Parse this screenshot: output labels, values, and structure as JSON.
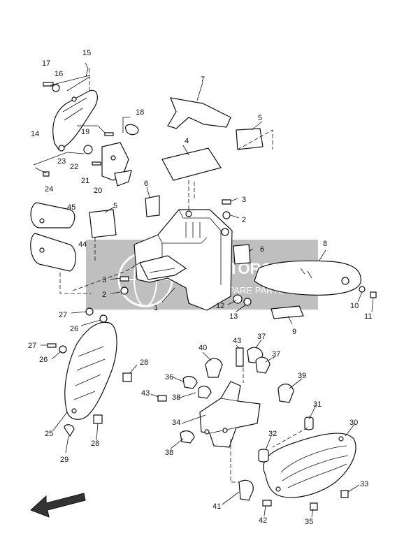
{
  "diagram": {
    "callouts": [
      "1",
      "2",
      "3",
      "4",
      "5",
      "6",
      "7",
      "8",
      "9",
      "10",
      "11",
      "12",
      "13",
      "14",
      "15",
      "16",
      "17",
      "18",
      "19",
      "20",
      "21",
      "22",
      "23",
      "24",
      "25",
      "26",
      "27",
      "28",
      "29",
      "30",
      "31",
      "32",
      "33",
      "34",
      "35",
      "36",
      "37",
      "38",
      "39",
      "40",
      "41",
      "42",
      "43",
      "44",
      "45"
    ]
  },
  "watermark": {
    "brand": "MOTORCYCLE",
    "sub": "SPARE PARTS",
    "color": "#8c8c8c"
  },
  "direction_arrow": {
    "icon": "arrow-front-left-icon"
  }
}
